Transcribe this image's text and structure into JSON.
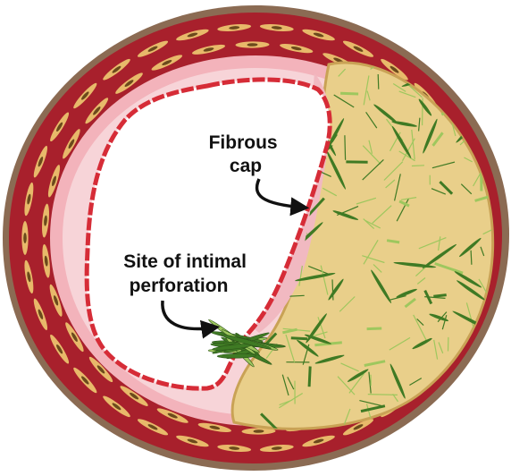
{
  "labels": {
    "fibrous_cap": [
      "Fibrous",
      "cap"
    ],
    "perforation": [
      "Site of intimal",
      "perforation"
    ]
  },
  "colors": {
    "adventitia": "#8b6b53",
    "media": "#a8202c",
    "smooth_muscle_cell": "#e8b96a",
    "smooth_muscle_nucleus": "#6b4a1c",
    "internal_elastic": "#f3b3bb",
    "intima": "#f7d4d8",
    "endothelium": "#d62c37",
    "lipid_core": "#e9cf8a",
    "lipid_core_edge": "#c9a255",
    "cholesterol_crystal": "#3f7a24",
    "crystal_highlight": "#9ec75e",
    "lumen": "#ffffff",
    "arrow": "#111111"
  },
  "icons": {
    "arrow_to_cap": "curved-arrow-icon",
    "arrow_to_perforation": "curved-arrow-icon"
  }
}
